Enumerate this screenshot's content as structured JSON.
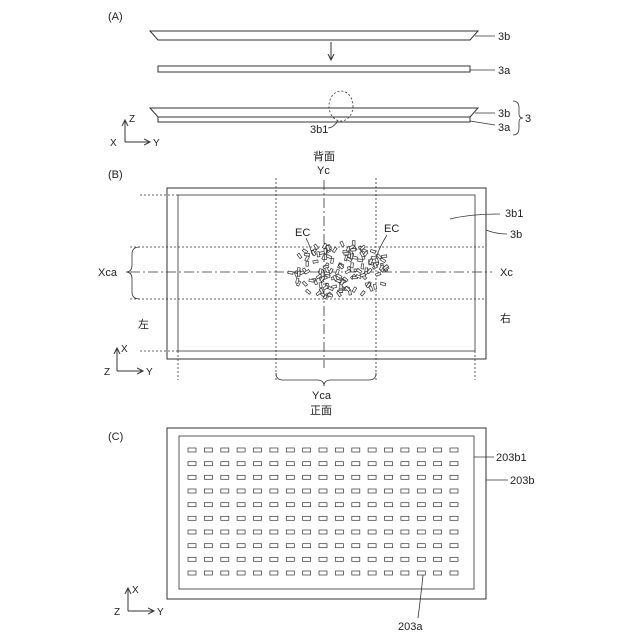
{
  "panels": {
    "a": {
      "label": "(A)",
      "top_part": "3b",
      "bottom_part": "3a",
      "assembled_top": "3b",
      "assembled_bottom": "3a",
      "assembly": "3",
      "region": "3b1",
      "axes": {
        "z": "Z",
        "x": "X",
        "y": "Y"
      }
    },
    "b": {
      "label": "(B)",
      "back": "背面",
      "front": "正面",
      "left": "左",
      "right": "右",
      "yc": "Yc",
      "xc": "Xc",
      "xca": "Xca",
      "yca": "Yca",
      "ec_left": "EC",
      "ec_right": "EC",
      "inner_region": "3b1",
      "outer_part": "3b",
      "axes": {
        "x": "X",
        "z": "Z",
        "y": "Y"
      }
    },
    "c": {
      "label": "(C)",
      "inner_region": "203b1",
      "outer_part": "203b",
      "pad": "203a",
      "axes": {
        "x": "X",
        "z": "Z",
        "y": "Y"
      },
      "pad_grid": {
        "rows": 10,
        "cols": 17
      }
    }
  }
}
